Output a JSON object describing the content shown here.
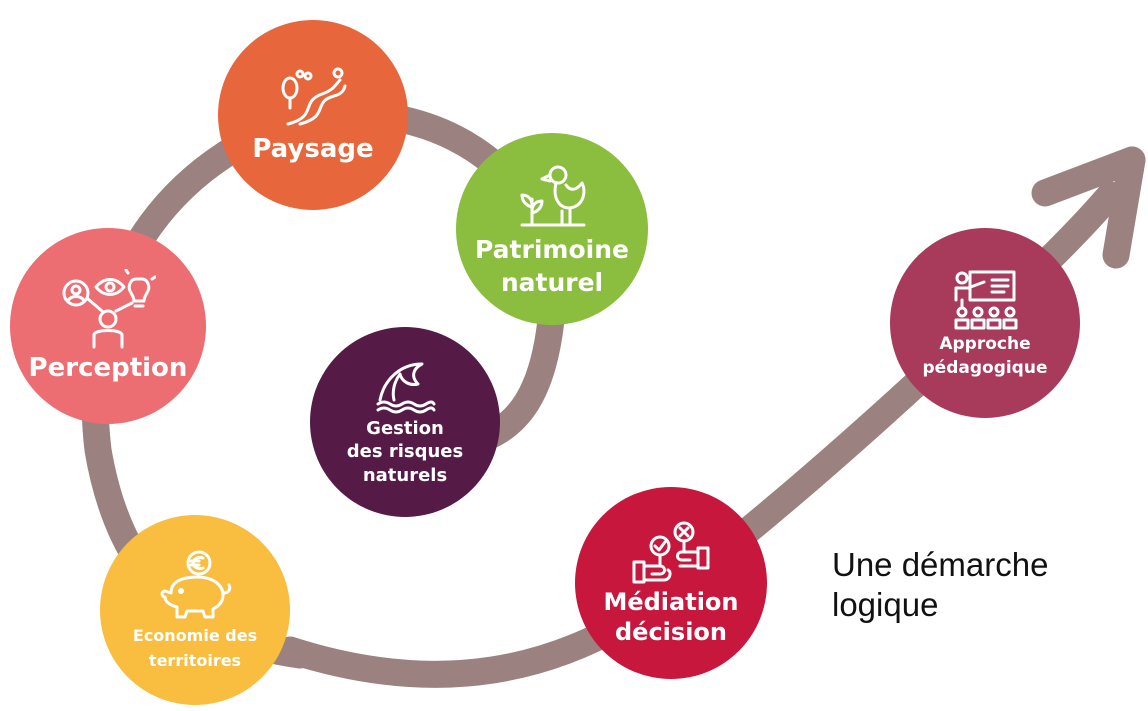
{
  "colors": {
    "path": "#9b8280",
    "paysage": "#e8663b",
    "patrimoine": "#8bbe3f",
    "perception": "#ec6e73",
    "gestion": "#561a46",
    "economie": "#f9bd40",
    "mediation": "#c8173d",
    "approche": "#a83b5c"
  },
  "nodes": {
    "paysage": {
      "label": "Paysage",
      "icon": "landscape-icon"
    },
    "patrimoine": {
      "label_line1": "Patrimoine",
      "label_line2": "naturel",
      "icon": "bird-plant-icon"
    },
    "perception": {
      "label": "Perception",
      "icon": "people-eye-idea-icon"
    },
    "gestion": {
      "label_line1": "Gestion",
      "label_line2": "des risques",
      "label_line3": "naturels",
      "icon": "wave-icon"
    },
    "economie": {
      "label_line1": "Economie des",
      "label_line2": "territoires",
      "icon": "piggy-bank-euro-icon"
    },
    "mediation": {
      "label_line1": "Médiation",
      "label_line2": "décision",
      "icon": "handshake-decision-icon"
    },
    "approche": {
      "label_line1": "Approche",
      "label_line2": "pédagogique",
      "icon": "teacher-board-icon"
    }
  },
  "caption": {
    "line1": "Une démarche",
    "line2": "logique"
  }
}
